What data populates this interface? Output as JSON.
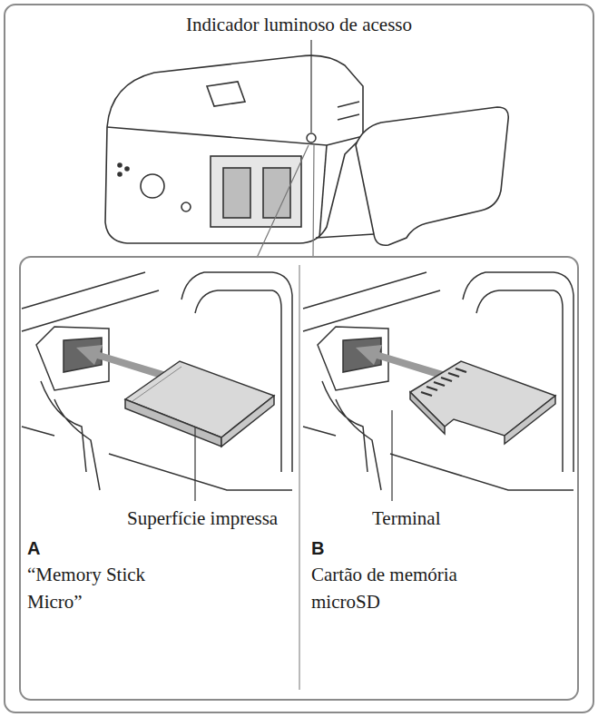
{
  "diagram": {
    "labels": [
      "Indicador luminoso de acesso",
      "Superfície impressa",
      "A",
      "“Memory Stick Micro”",
      "Terminal",
      "B",
      "Cartão de memória microSD"
    ]
  }
}
